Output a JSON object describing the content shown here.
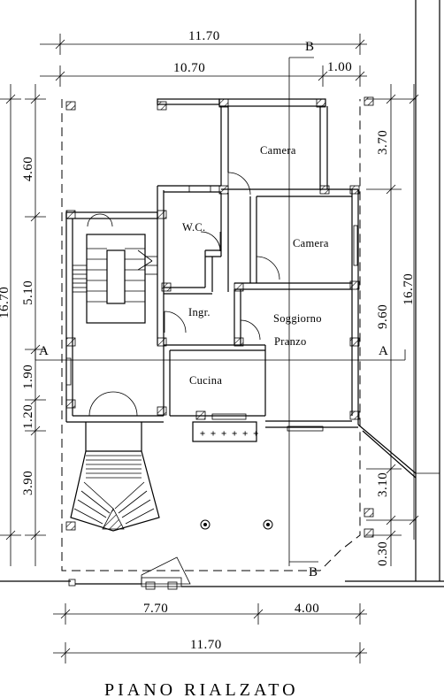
{
  "title": "PIANO RIALZATO",
  "dimensions": {
    "top_total": "11.70",
    "top_main": "10.70",
    "top_right": "1.00",
    "left_upper": "4.60",
    "left_total": "16.70",
    "left_middle": "5.10",
    "left_a": "1.90",
    "left_b": "1.20",
    "left_lower": "3.90",
    "right_upper": "3.70",
    "right_middle": "9.60",
    "right_total": "16.70",
    "right_lower": "3.10",
    "right_bottom": "0.30",
    "bottom_left": "7.70",
    "bottom_right": "4.00",
    "bottom_total": "11.70"
  },
  "sections": {
    "b_top": "B",
    "b_bottom": "B",
    "a_left": "A",
    "a_right": "A"
  },
  "rooms": {
    "camera_1": "Camera",
    "wc": "W.C.",
    "camera_2": "Camera",
    "ingresso": "Ingr.",
    "soggiorno": "Soggiorno",
    "pranzo": "Pranzo",
    "cucina": "Cucina"
  }
}
